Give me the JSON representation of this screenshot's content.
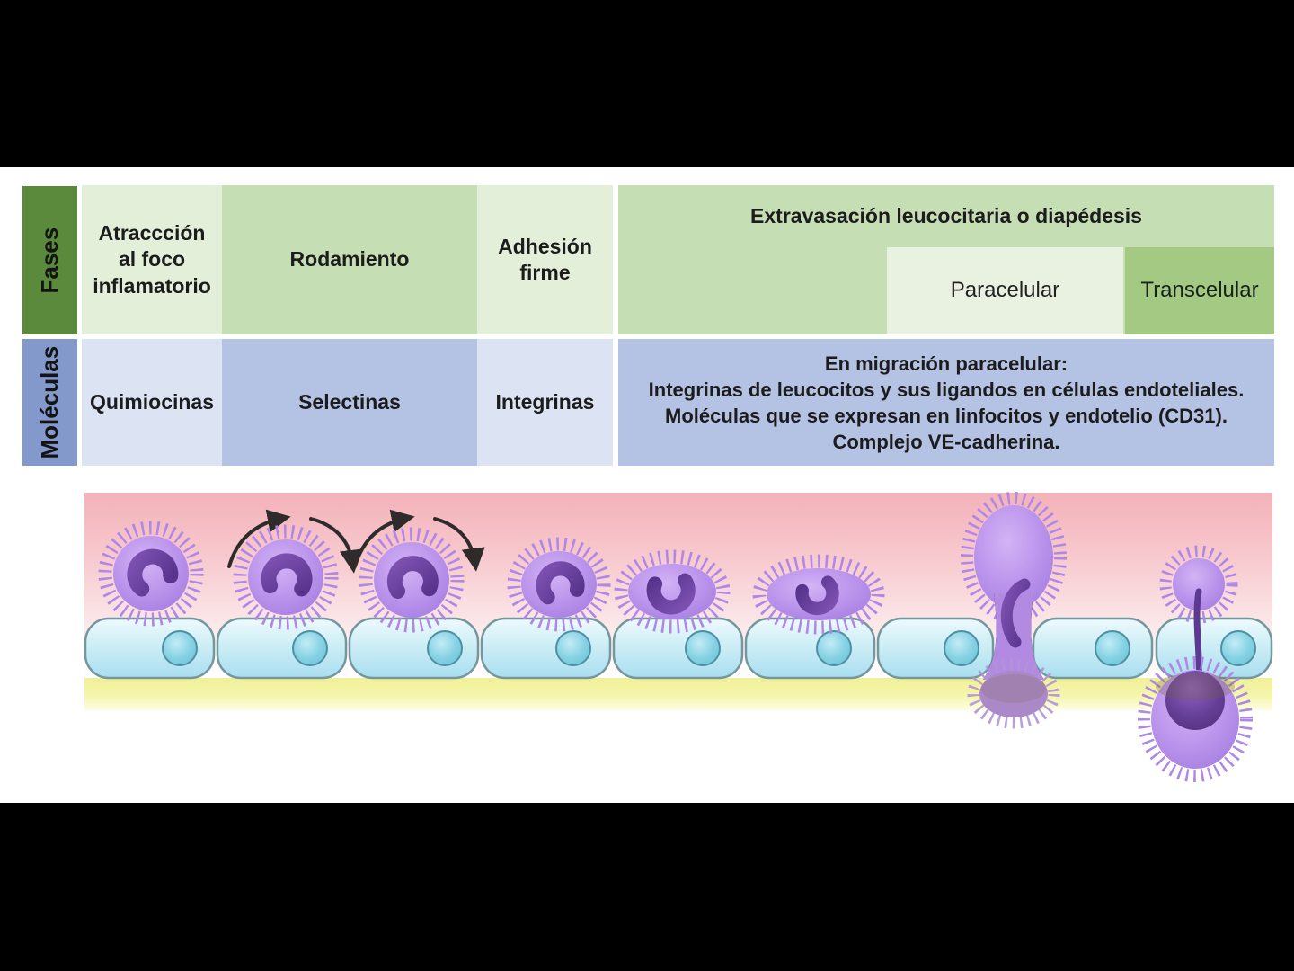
{
  "slide": {
    "table": {
      "phases_row": {
        "header": "Fases",
        "attraction": "Atraccción al foco inflamatorio",
        "rolling": "Rodamiento",
        "firm_adhesion": "Adhesión firme",
        "extravasation_title": "Extravasación leucocitaria o diapédesis",
        "paracellular": "Paracelular",
        "transcellular": "Transcelular"
      },
      "molecules_row": {
        "header": "Moléculas",
        "chemokines": "Quimiocinas",
        "selectins": "Selectinas",
        "integrins": "Integrinas",
        "paracellular_notes": [
          "En migración paracelular:",
          "Integrinas de leucocitos y sus ligandos en células endoteliales.",
          "Moléculas que se expresan en linfocitos y endotelio (CD31).",
          "Complejo VE-cadherina."
        ]
      }
    },
    "colors": {
      "phases_header_green": "#5b8a3d",
      "green_light": "#e4efda",
      "green_mid": "#c5deb3",
      "green_pale": "#e9f2e0",
      "green_transcellular": "#a4c982",
      "molecules_header_blue": "#8398cb",
      "blue_light": "#dce4f3",
      "blue_mid": "#b4c2e4",
      "vessel_lumen_pink": "#f3b2b9",
      "basement_membrane_yellow": "#f2f29e",
      "endothelium_blue": "#cdeef6",
      "endothelium_nucleus_teal": "#86d2e4",
      "leukocyte_purple": "#b18ae6",
      "leukocyte_nucleus_purple": "#5e3b93",
      "arrow_dark": "#2f2b2b",
      "letterbox_black": "#000000"
    }
  }
}
